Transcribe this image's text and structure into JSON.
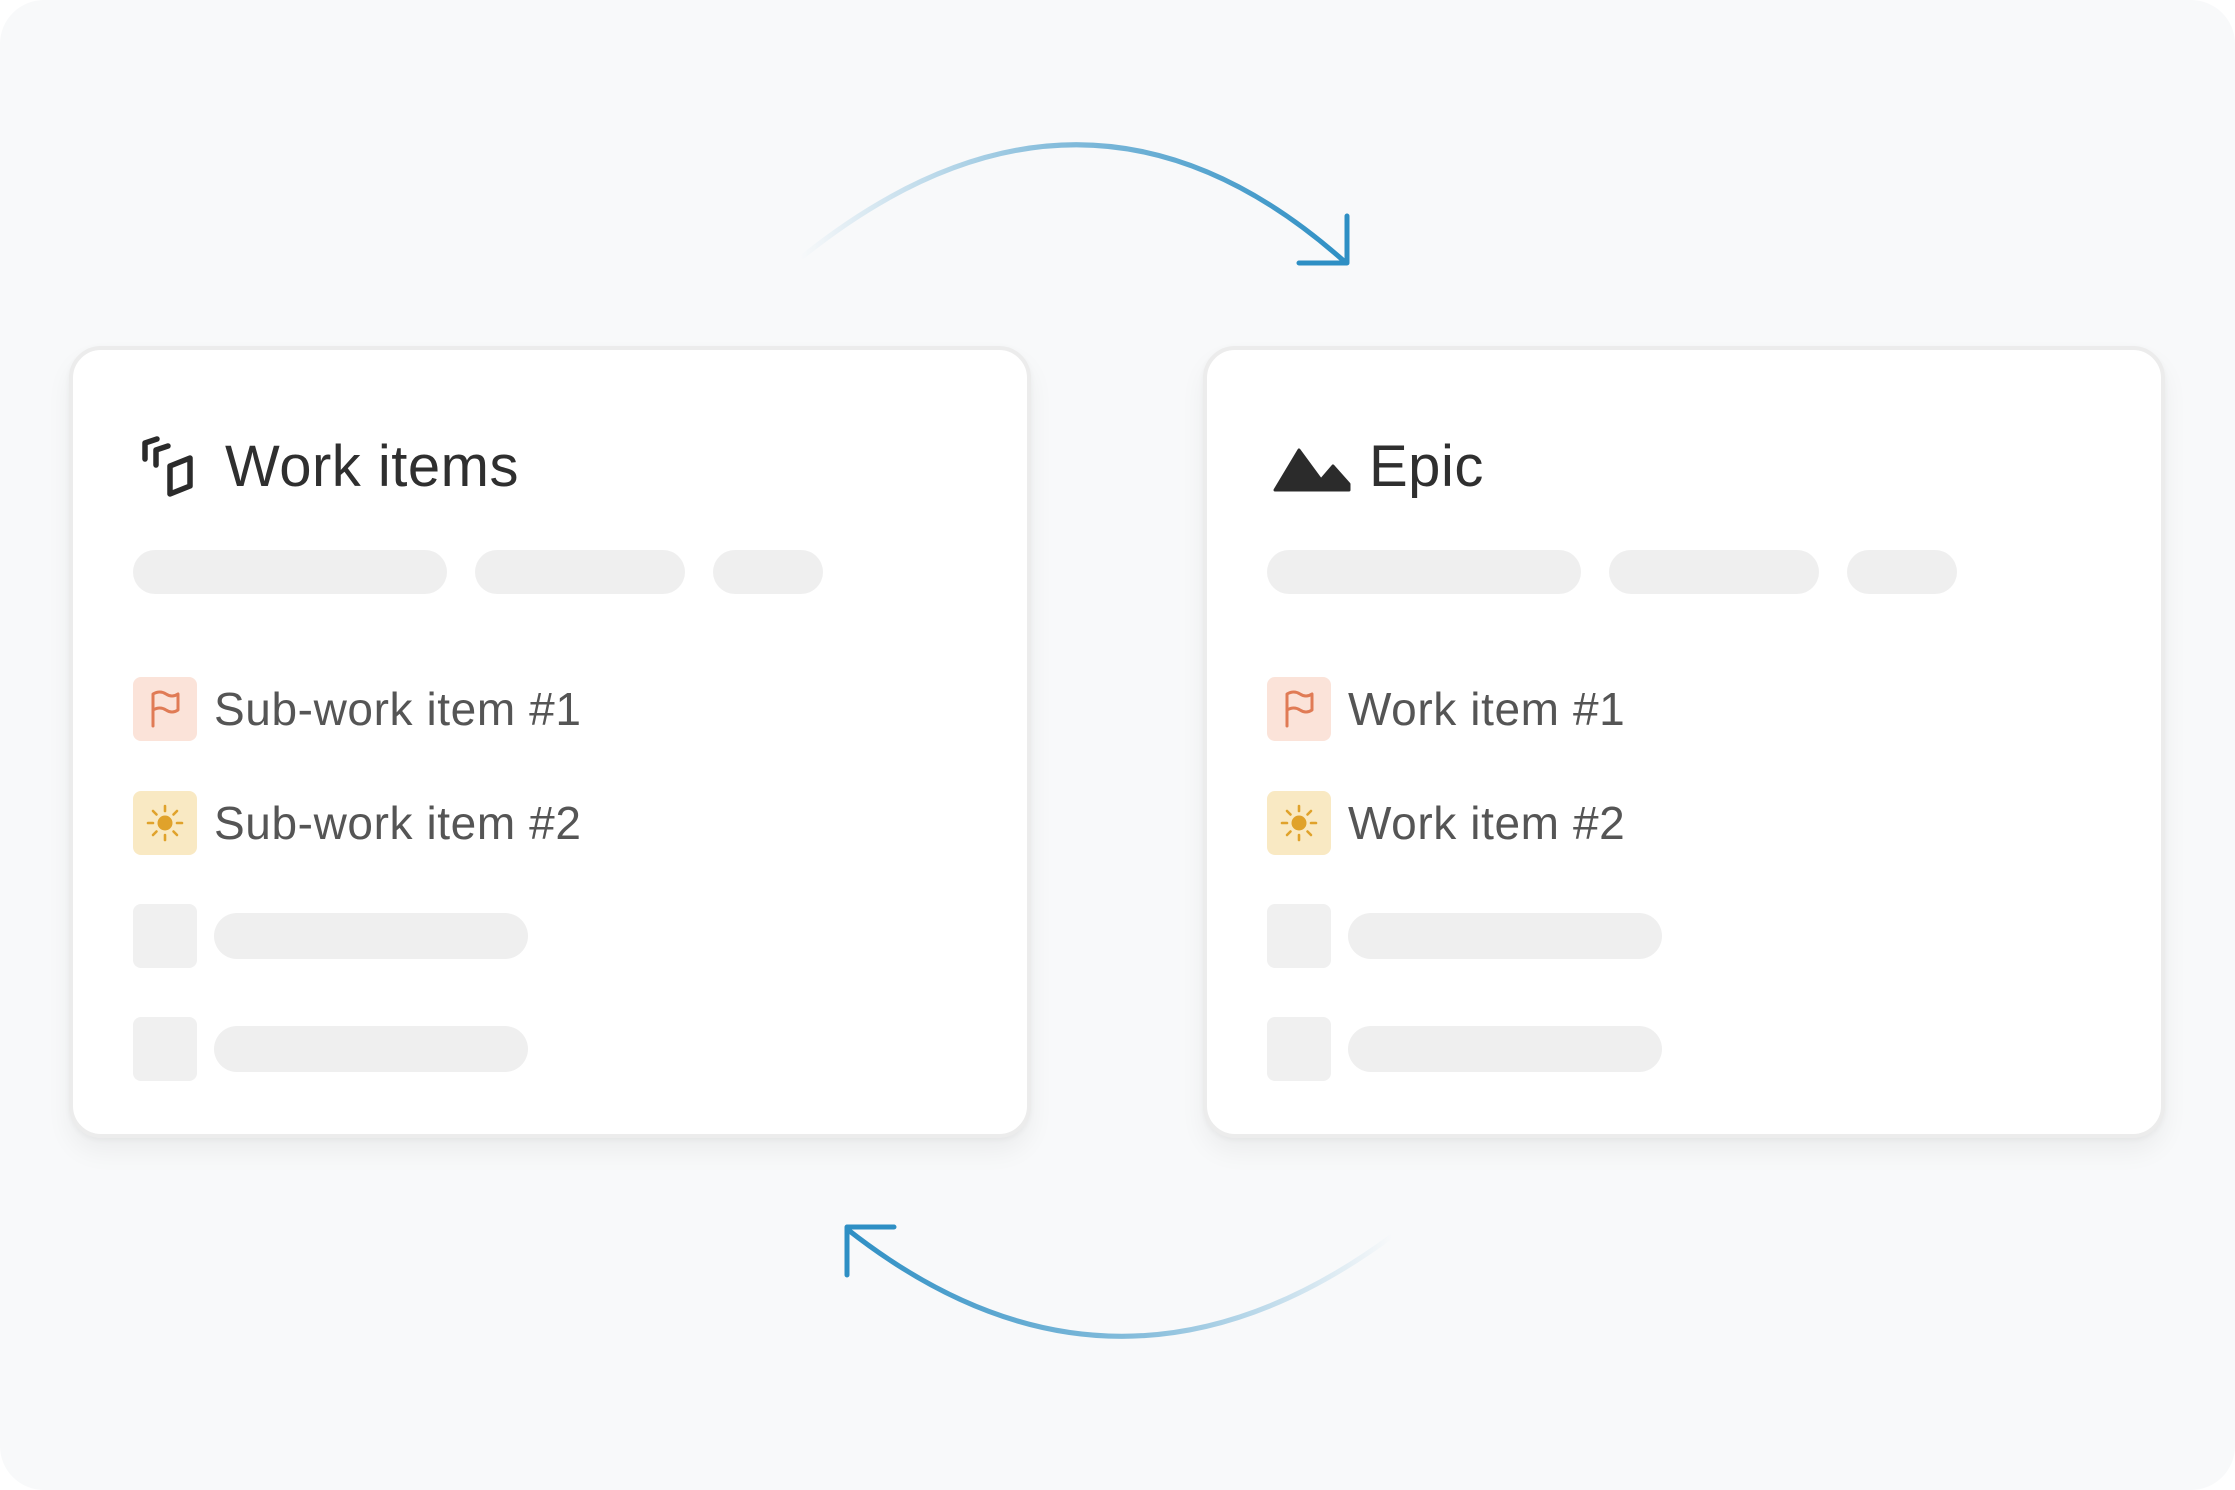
{
  "colors": {
    "background": "#f8f9fa",
    "card": "#ffffff",
    "arrow": "#2e8fc4",
    "flag_bg": "#fbe3d9",
    "flag_stroke": "#e07b55",
    "sun_bg": "#f9e9c3",
    "sun_fill": "#e0a22b"
  },
  "left_card": {
    "title": "Work items",
    "icon": "work-items-icon",
    "items": [
      {
        "label": "Sub-work item #1",
        "icon": "flag-icon"
      },
      {
        "label": "Sub-work item #2",
        "icon": "sun-icon"
      }
    ]
  },
  "right_card": {
    "title": "Epic",
    "icon": "mountain-icon",
    "items": [
      {
        "label": "Work item #1",
        "icon": "flag-icon"
      },
      {
        "label": "Work item #2",
        "icon": "sun-icon"
      }
    ]
  },
  "arrows": [
    {
      "direction": "left-to-right",
      "position": "top"
    },
    {
      "direction": "right-to-left",
      "position": "bottom"
    }
  ]
}
